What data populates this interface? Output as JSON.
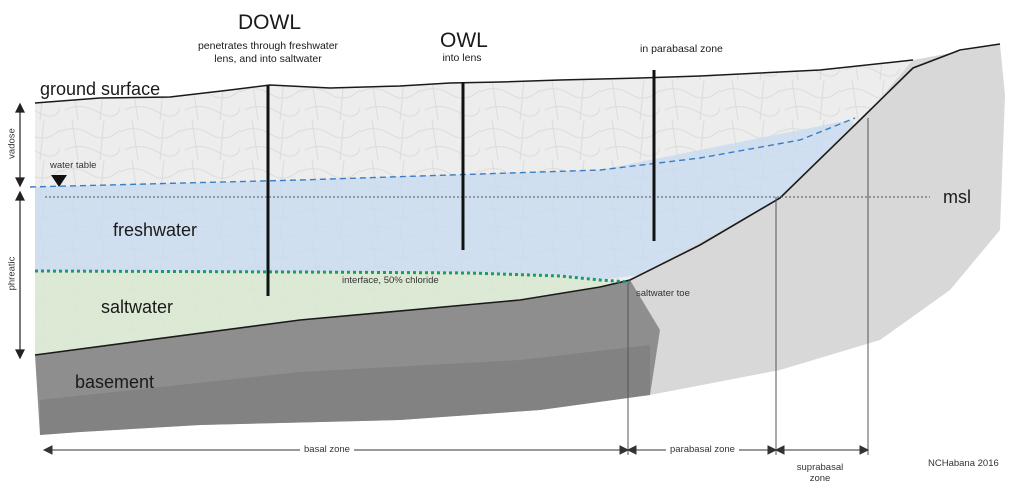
{
  "wells": {
    "dowl": {
      "name": "DOWL",
      "desc": "penetrates through freshwater\nlens, and into saltwater"
    },
    "owl": {
      "name": "OWL",
      "desc": "into lens"
    },
    "parabasal": {
      "desc": "in parabasal zone"
    }
  },
  "labels": {
    "ground_surface": "ground surface",
    "water_table": "water table",
    "freshwater": "freshwater",
    "saltwater": "saltwater",
    "basement": "basement",
    "interface": "interface, 50% chloride",
    "saltwater_toe": "saltwater toe",
    "msl": "msl",
    "vadose": "vadose",
    "phreatic": "phreatic"
  },
  "zones": {
    "basal": "basal zone",
    "parabasal": "parabasal zone",
    "suprabasal": "suprabasal\nzone"
  },
  "credit": "NCHabana 2016",
  "colors": {
    "rock": "#ececec",
    "freshwater": "#c9dcf0",
    "saltwater": "#d9e8d2",
    "basement": "#8c8c8c",
    "water_table_line": "#3b7dc4",
    "interface_line": "#1a9a74"
  }
}
